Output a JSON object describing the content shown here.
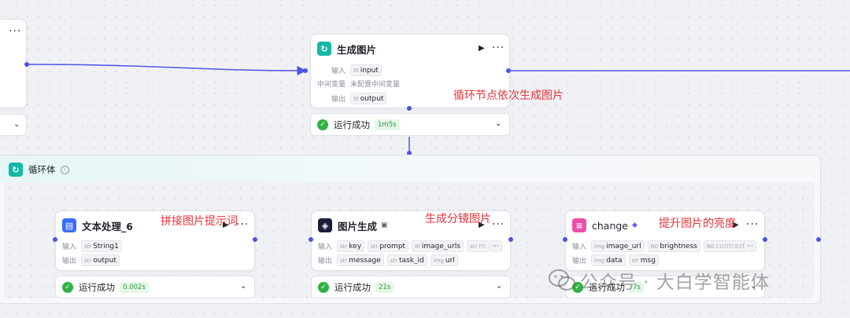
{
  "top_node": {
    "title": "生成图片",
    "input_label": "输入",
    "input_type": "Itl",
    "input_name": "input",
    "midvar_label": "中间变量",
    "midvar_value": "未配置中间变量",
    "output_label": "输出",
    "output_type": "Itl",
    "output_name": "output",
    "status": "运行成功",
    "time": "1m5s",
    "annotation": "循环节点依次生成图片"
  },
  "loop": {
    "title": "循环体",
    "info_icon": "info-icon"
  },
  "node_text": {
    "title": "文本处理_6",
    "input_label": "输入",
    "input_tags": [
      {
        "type": "str",
        "name": "String1"
      }
    ],
    "output_label": "输出",
    "output_tags": [
      {
        "type": "str",
        "name": "output"
      }
    ],
    "status": "运行成功",
    "time": "0.002s",
    "annotation": "拼接图片提示词"
  },
  "node_image": {
    "title": "图片生成",
    "input_label": "输入",
    "input_tags": [
      {
        "type": "str",
        "name": "key"
      },
      {
        "type": "str",
        "name": "prompt"
      },
      {
        "type": "Itl",
        "name": "image_urls"
      },
      {
        "type": "str",
        "name": "m"
      }
    ],
    "output_label": "输出",
    "output_tags": [
      {
        "type": "str",
        "name": "message"
      },
      {
        "type": "str",
        "name": "task_id"
      },
      {
        "type": "img",
        "name": "url"
      }
    ],
    "status": "运行成功",
    "time": "21s",
    "annotation": "生成分镜图片"
  },
  "node_change": {
    "title": "change",
    "input_label": "输入",
    "input_tags": [
      {
        "type": "img",
        "name": "image_url"
      },
      {
        "type": "N0",
        "name": "brightness"
      },
      {
        "type": "N0",
        "name": "contrast"
      }
    ],
    "output_label": "输出",
    "output_tags": [
      {
        "type": "img",
        "name": "data"
      },
      {
        "type": "str",
        "name": "msg"
      }
    ],
    "status": "运行成功",
    "time": "7s",
    "annotation": "提升图片的亮度"
  },
  "watermark": "公众号 · 大白学智能体",
  "colors": {
    "accent": "#4d53e8",
    "loop_icon": "#14b8a6",
    "text_icon": "#3b6cf6",
    "change_icon": "#ec4fa8",
    "success": "#2fb344",
    "annotation": "#e8333a"
  }
}
